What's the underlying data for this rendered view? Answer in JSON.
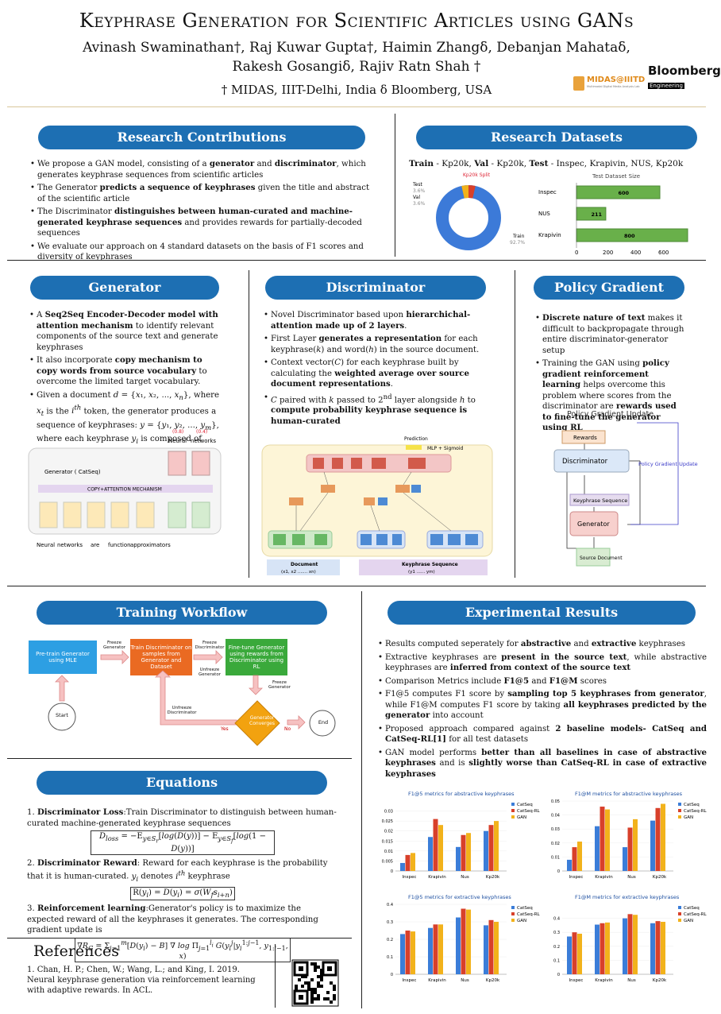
{
  "header": {
    "title": "Keyphrase Generation for Scientific Articles using GANs",
    "authors_line1": "Avinash Swaminathan†, Raj Kuwar Gupta†, Haimin Zhangδ, Debanjan Mahataδ,",
    "authors_line2": "Rakesh Gosangiδ, Rajiv Ratn Shah †",
    "affil": "† MIDAS, IIIT-Delhi, India δ Bloomberg, USA",
    "logo1": "MIDAS@IIITD",
    "logo1_sub": "Multimodal Digital Media Analysis Lab",
    "logo2": "Bloomberg",
    "logo2_sub": "Engineering"
  },
  "contrib": {
    "heading": "Research Contributions",
    "items": [
      "We propose a GAN model, consisting of a generator and discriminator, which generates keyphrase sequences from scientific articles",
      "The Generator predicts a sequence of keyphrases given the title and abstract of the scientific article",
      "The Discriminator distinguishes between human-curated and machine-generated keyphrase sequences and provides rewards for partially-decoded sequences",
      "We evaluate our approach on 4 standard datasets on the basis of F1 scores and diversity of keyphrases"
    ]
  },
  "datasets": {
    "heading": "Research Datasets",
    "line": "Train - Kp20k, Val - Kp20k, Test - Inspec, Krapivin, NUS, Kp20k",
    "pie_title": "Kp20k Split",
    "pie_labels": [
      "Test",
      "Val",
      "Train"
    ],
    "pie_pcts": [
      "3.6%",
      "3.6%",
      "92.7%"
    ],
    "bar_title": "Test Dataset Size",
    "bar_cats": [
      "Inspec",
      "NUS",
      "Krapivin"
    ],
    "bar_vals": [
      600,
      211,
      800
    ],
    "bar_ticks": [
      "0",
      "200",
      "400",
      "600"
    ]
  },
  "generator": {
    "heading": "Generator",
    "items": [
      "A Seq2Seq Encoder-Decoder model with attention mechanism to identify relevant components of the source text and generate keyphrases",
      "It also incorporate copy mechanism to copy words from source vocabulary to overcome the limited target vocabulary.",
      "Given a document d = {x1, x2, ..., xn}, where xt is the ith token, the generator produces a sequence of keyphrases: y = {y1, y2, ..., ym}, where each keyphrase yi is composed of tokens yi1, yi2, ..., yili"
    ],
    "fig_title": "Generator ( CatSeq)",
    "fig_attn": "COPY+ATTENTION MECHANISM",
    "fig_words": [
      "Neural",
      "networks",
      "are",
      "function",
      "approximators"
    ],
    "fig_out": [
      "Neural",
      "networks"
    ],
    "fig_probs": [
      "(0.8)",
      "(0.4)"
    ]
  },
  "discriminator": {
    "heading": "Discriminator",
    "items": [
      "Novel Discriminator based upon hierarchichal-attention made up of 2 layers.",
      "First Layer generates a representation for each keyphrase(k) and word(h) in the source document.",
      "Context vector(C) for each keyphrase built by calculating the weighted average over source document representations.",
      "C paired with k passed to 2nd layer alongside h to compute probability keyphrase sequence is human-curated"
    ],
    "fig_pred": "Prediction",
    "fig_mlp": "MLP + Sigmoid",
    "fig_doc": "Document",
    "fig_doc_sub": "(x1, x2 ....... xn)",
    "fig_kp": "Keyphrase Sequence",
    "fig_kp_sub": "(y1 ...... ym)"
  },
  "policy": {
    "heading": "Policy Gradient",
    "items": [
      "Discrete nature of text makes it difficult to backpropagate through entire discriminator-generator setup",
      "Training the GAN using policy gradient reinforcement learning helps overcome this problem where scores from the discriminator are rewards used to fine-tune the generator using RL"
    ],
    "fig_title": "Policy Gradient Update",
    "rewards": "Rewards",
    "disc": "Discriminator",
    "kps": "Keyphrase Sequence",
    "gen": "Generator",
    "src": "Source Document",
    "pgu": "Policy Gradient Update"
  },
  "workflow": {
    "heading": "Training Workflow",
    "pretrain": "Pre-train Generator using MLE",
    "traindisc": "Train Discriminator on samples from Generator and Dataset",
    "finetune": "Fine-tune Generator using rewards from Discriminator using RL",
    "freeze_gen": "Freeze Generator",
    "freeze_disc": "Freeze Discriminator",
    "unfreeze_gen": "Unfreeze Generator",
    "unfreeze_disc": "Unfreeze Discriminator",
    "freeze_gen2": "Freeze Generator",
    "converges": "Generator Converges",
    "start": "Start",
    "end": "End",
    "yes": "Yes",
    "no": "No"
  },
  "results": {
    "heading": "Experimental Results",
    "items": [
      "Results computed seperately for abstractive and extractive keyphrases",
      "Extractive keyphrases are present in the source text, while abstractive keyphrases are inferred from context of the source text",
      "Comparison Metrics include F1@5 and F1@M scores",
      "F1@5 computes F1 score by sampling top 5 keyphrases from generator, while F1@M computes F1 score by taking all keyphrases predicted by the generator into account",
      "Proposed approach compared against 2 baseline models- CatSeq and CatSeq-RL[1] for all test datasets",
      "GAN model performs better than all baselines in case of abstractive keyphrases and is slightly worse than CatSeq-RL in case of extractive keyphrases"
    ]
  },
  "equations": {
    "heading": "Equations",
    "items": [
      {
        "label": "Discriminator Loss:",
        "text": "Train Discriminator to distinguish between human-curated machine-generated keyphrase sequences",
        "eq": "D_loss = −E_{y∈S_r}[log(D(y))] − E_{y∈S_f}[log(1 − D(y))]"
      },
      {
        "label": "Discriminator Reward",
        "text": ": Reward for each keyphrase is the probability that it is human-curated. y_i denotes i^th keyphrase",
        "eq": "R(y_i) = D(y_i) = σ(W_f s_{i+n})"
      },
      {
        "label": "Reinforcement learning",
        "text": ":Generator's policy is to maximize the expected reward of all the keyphrases it generates. The corresponding gradient update is",
        "eq": "∇R_G = Σ_{i=1}^m [D(y_i) − B] ∇ log Π_{j=1}^{l_i} G(y_i^j | y_i^{1:j−1}, y_{1:i−1}, x)"
      }
    ]
  },
  "references": {
    "heading": "References",
    "items": [
      "Chan, H. P.; Chen, W.; Wang, L.; and King, I. 2019. Neural keyphrase generation via reinforcement learning with adaptive rewards. In ACL."
    ]
  },
  "chart_data": [
    {
      "type": "bar",
      "title": "F1@5 metrics for abstractive keyphrases",
      "categories": [
        "Inspec",
        "Krapivin",
        "Nus",
        "Kp20k"
      ],
      "ylim": [
        0,
        0.035
      ],
      "yticks": [
        0,
        0.005,
        0.01,
        0.015,
        0.02,
        0.025,
        0.03
      ],
      "series": [
        {
          "name": "CatSeq",
          "color": "#3b7dd8",
          "values": [
            0.004,
            0.017,
            0.012,
            0.02
          ]
        },
        {
          "name": "CatSeq-RL",
          "color": "#d8402a",
          "values": [
            0.008,
            0.026,
            0.018,
            0.023
          ]
        },
        {
          "name": "GAN",
          "color": "#f2b21b",
          "values": [
            0.009,
            0.023,
            0.019,
            0.025
          ]
        }
      ]
    },
    {
      "type": "bar",
      "title": "F1@M metrics for abstractive keyphrases",
      "categories": [
        "Inspec",
        "Krapivin",
        "Nus",
        "Kp20k"
      ],
      "ylim": [
        0,
        0.05
      ],
      "yticks": [
        0,
        0.01,
        0.02,
        0.03,
        0.04,
        0.05
      ],
      "series": [
        {
          "name": "CatSeq",
          "color": "#3b7dd8",
          "values": [
            0.008,
            0.032,
            0.017,
            0.036
          ]
        },
        {
          "name": "CatSeq-RL",
          "color": "#d8402a",
          "values": [
            0.017,
            0.046,
            0.031,
            0.045
          ]
        },
        {
          "name": "GAN",
          "color": "#f2b21b",
          "values": [
            0.021,
            0.044,
            0.037,
            0.048
          ]
        }
      ]
    },
    {
      "type": "bar",
      "title": "F1@5 metrics for extractive keyphrases",
      "categories": [
        "Inspec",
        "Krapivin",
        "Nus",
        "Kp20k"
      ],
      "ylim": [
        0,
        0.4
      ],
      "yticks": [
        0,
        0.1,
        0.2,
        0.3,
        0.4
      ],
      "series": [
        {
          "name": "CatSeq",
          "color": "#3b7dd8",
          "values": [
            0.23,
            0.265,
            0.325,
            0.28
          ]
        },
        {
          "name": "CatSeq-RL",
          "color": "#d8402a",
          "values": [
            0.25,
            0.285,
            0.375,
            0.31
          ]
        },
        {
          "name": "GAN",
          "color": "#f2b21b",
          "values": [
            0.245,
            0.285,
            0.37,
            0.3
          ]
        }
      ]
    },
    {
      "type": "bar",
      "title": "F1@M metrics for extractive keyphrases",
      "categories": [
        "Inspec",
        "Krapivin",
        "Nus",
        "Kp20k"
      ],
      "ylim": [
        0,
        0.5
      ],
      "yticks": [
        0,
        0.1,
        0.2,
        0.3,
        0.4
      ],
      "series": [
        {
          "name": "CatSeq",
          "color": "#3b7dd8",
          "values": [
            0.27,
            0.355,
            0.4,
            0.365
          ]
        },
        {
          "name": "CatSeq-RL",
          "color": "#d8402a",
          "values": [
            0.3,
            0.365,
            0.43,
            0.38
          ]
        },
        {
          "name": "GAN",
          "color": "#f2b21b",
          "values": [
            0.29,
            0.37,
            0.425,
            0.375
          ]
        }
      ]
    }
  ]
}
